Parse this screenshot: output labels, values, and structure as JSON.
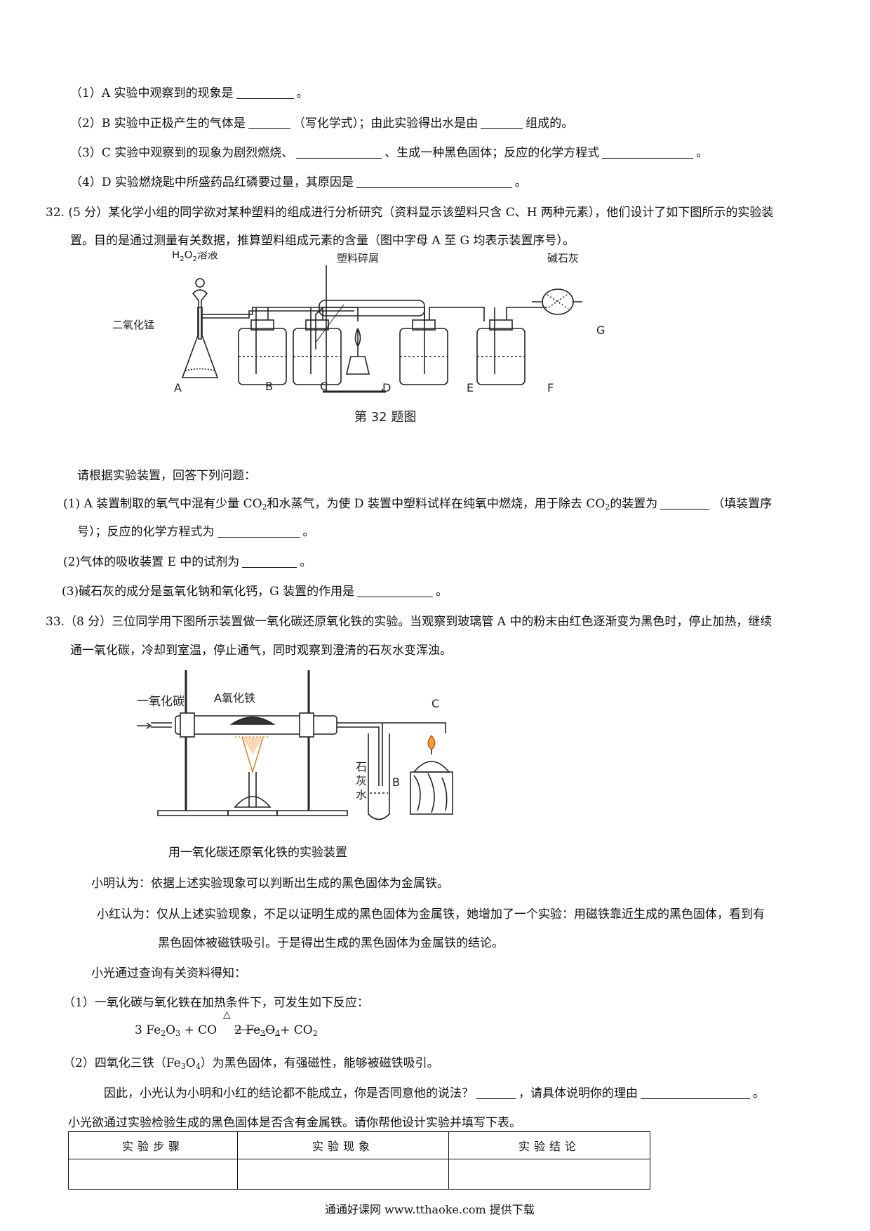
{
  "q31": {
    "p1": "（1）A 实验中观察到的现象是",
    "p1_end": "。",
    "p2a": "（2）B 实验中正极产生的气体是",
    "p2b": "（写化学式）；由此实验得出水是由",
    "p2c": "组成的。",
    "p3a": "（3）C 实验中观察到的现象为剧烈燃烧、",
    "p3b": "、生成一种黑色固体；反应的化学方程式",
    "p3_end": "。",
    "p4": "（4）D 实验燃烧匙中所盛药品红磷要过量，其原因是",
    "p4_end": "。"
  },
  "q32": {
    "stem1": "32. (5 分）某化学小组的同学欲对某种塑料的组成进行分析研究（资料显示该塑料只含 C、H 两种元素），他们设计了如下图所示的实验装",
    "stem2": "置。目的是通过测量有关数据，推算塑料组成元素的含量（图中字母 A 至 G 均表示装置序号）。",
    "fig": {
      "label_h2o2_a": "H",
      "label_h2o2_sub1": "2",
      "label_h2o2_b": "O",
      "label_h2o2_sub2": "2",
      "label_h2o2_c": "溶液",
      "label_mno2": "二氧化锰",
      "label_plastic": "塑料碎屑",
      "label_soda_lime": "碱石灰",
      "letters": [
        "A",
        "B",
        "C",
        "D",
        "E",
        "F",
        "G"
      ],
      "caption": "第 32 题图"
    },
    "intro": "请根据实验装置，回答下列问题：",
    "p1a": "(1) A 装置制取的氧气中混有少量 CO",
    "p1_sub": "2",
    "p1b": "和水蒸气，为使 D 装置中塑料试样在纯氧中燃烧，用于除去 CO",
    "p1_sub2": "2",
    "p1c": "的装置为",
    "p1d": "（填装置序",
    "p1e": "号）；反应的化学方程式为",
    "p1_end": "。",
    "p2": "(2)气体的吸收装置 E 中的试剂为",
    "p2_end": "。",
    "p3": "(3)碱石灰的成分是氢氧化钠和氧化钙，G 装置的作用是",
    "p3_end": "。"
  },
  "q33": {
    "stem1": "33.（8 分）三位同学用下图所示装置做一氧化碳还原氧化铁的实验。当观察到玻璃管 A 中的粉末由红色逐渐变为黑色时，停止加热，继续",
    "stem2": "通一氧化碳，冷却到室温，停止通气，同时观察到澄清的石灰水变浑浊。",
    "fig": {
      "label_co": "一氧化碳",
      "label_a": "A氧化铁",
      "label_c": "C",
      "label_b": "B",
      "label_limewater": [
        "石",
        "灰",
        "水"
      ],
      "caption": "用一氧化碳还原氧化铁的实验装置"
    },
    "xiaoming": "小明认为：依据上述实验现象可以判断出生成的黑色固体为金属铁。",
    "xiaohong1": "小红认为：仅从上述实验现象，不足以证明生成的黑色固体为金属铁，她增加了一个实验：用磁铁靠近生成的黑色固体，看到有",
    "xiaohong2": "黑色固体被磁铁吸引。于是得出生成的黑色固体为金属铁的结论。",
    "xiaoguang": "小光通过查询有关资料得知：",
    "r1": "（1）一氧化碳与氧化铁在加热条件下，可发生如下反应：",
    "eq_left_a": "3 Fe",
    "eq_left_sub1": "2",
    "eq_left_b": "O",
    "eq_left_sub2": "3",
    "eq_left_c": " + CO",
    "eq_right_a": "2 Fe",
    "eq_right_sub1": "3",
    "eq_right_b": "O",
    "eq_right_sub2": "4",
    "eq_right_c": "+ CO",
    "eq_right_sub3": "2",
    "eq_heat": "△",
    "r2a": "（2）四氧化三铁（Fe",
    "r2_sub1": "3",
    "r2b": "O",
    "r2_sub2": "4",
    "r2c": "）为黑色固体，有强磁性，能够被磁铁吸引。",
    "conclusion_a": "因此，小光认为小明和小红的结论都不能成立，你是否同意他的说法？",
    "conclusion_b": "，请具体说明你的理由",
    "conclusion_end": "。",
    "table_intro": "小光欲通过实验检验生成的黑色固体是否含有金属铁。请你帮他设计实验并填写下表。",
    "table_headers": [
      "实验步骤",
      "实验现象",
      "实验结论"
    ]
  },
  "footer": "通通好课网  www.tthaoke.com  提供下载"
}
